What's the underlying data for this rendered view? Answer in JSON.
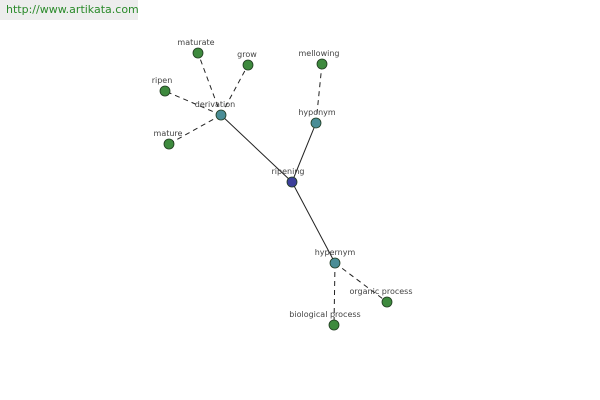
{
  "banner": {
    "url": "http://www.artikata.com"
  },
  "colors": {
    "root": "#3c3f9a",
    "relation": "#4a8d96",
    "leaf": "#3e8a3e",
    "edge": "#222222",
    "label": "#444444"
  },
  "graph": {
    "nodes": [
      {
        "id": "ripening",
        "label": "ripening",
        "kind": "root"
      },
      {
        "id": "derivation",
        "label": "derivation",
        "kind": "relation"
      },
      {
        "id": "hyponym",
        "label": "hyponym",
        "kind": "relation"
      },
      {
        "id": "hypernym",
        "label": "hypernym",
        "kind": "relation"
      },
      {
        "id": "maturate",
        "label": "maturate",
        "kind": "leaf"
      },
      {
        "id": "grow",
        "label": "grow",
        "kind": "leaf"
      },
      {
        "id": "ripen",
        "label": "ripen",
        "kind": "leaf"
      },
      {
        "id": "mature",
        "label": "mature",
        "kind": "leaf"
      },
      {
        "id": "mellowing",
        "label": "mellowing",
        "kind": "leaf"
      },
      {
        "id": "organic-process",
        "label": "organic process",
        "kind": "leaf"
      },
      {
        "id": "biological-process",
        "label": "biological process",
        "kind": "leaf"
      }
    ],
    "edges": [
      {
        "from": "ripening",
        "to": "derivation",
        "style": "solid"
      },
      {
        "from": "ripening",
        "to": "hyponym",
        "style": "solid"
      },
      {
        "from": "ripening",
        "to": "hypernym",
        "style": "solid"
      },
      {
        "from": "derivation",
        "to": "maturate",
        "style": "dashed"
      },
      {
        "from": "derivation",
        "to": "grow",
        "style": "dashed"
      },
      {
        "from": "derivation",
        "to": "ripen",
        "style": "dashed"
      },
      {
        "from": "derivation",
        "to": "mature",
        "style": "dashed"
      },
      {
        "from": "hyponym",
        "to": "mellowing",
        "style": "dashed"
      },
      {
        "from": "hypernym",
        "to": "organic-process",
        "style": "dashed"
      },
      {
        "from": "hypernym",
        "to": "biological-process",
        "style": "dashed"
      }
    ]
  }
}
